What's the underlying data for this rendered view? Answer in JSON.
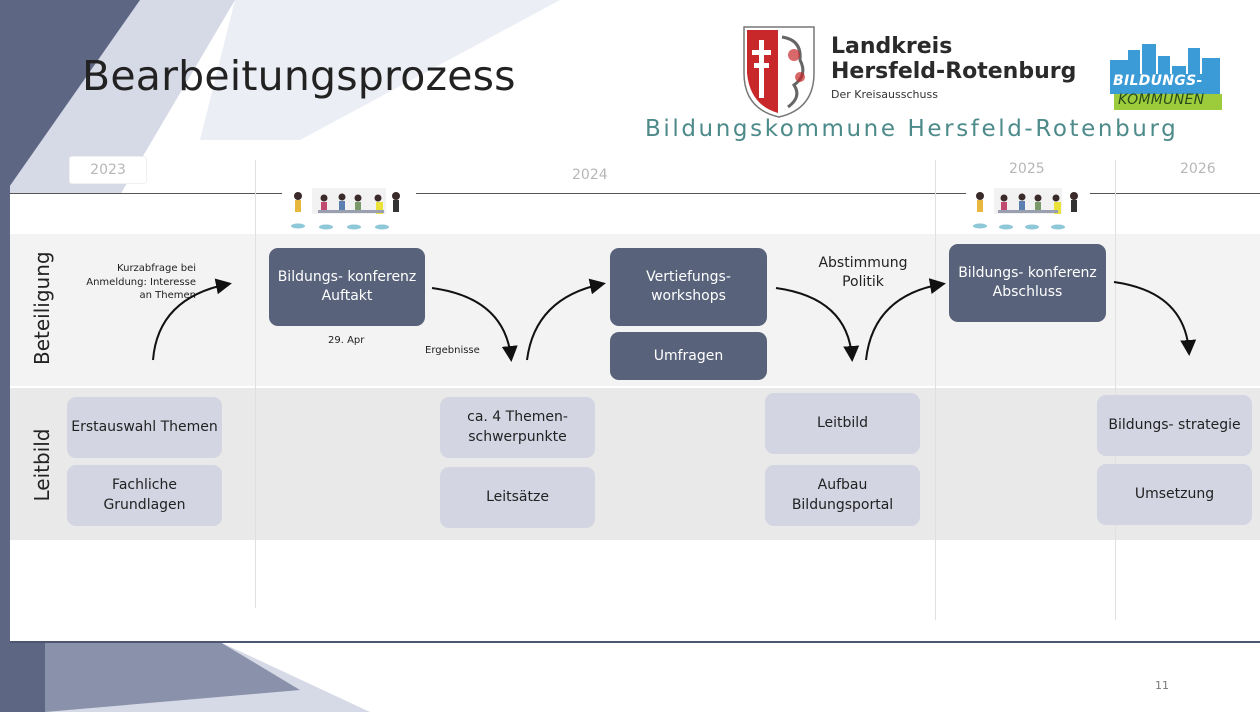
{
  "slide": {
    "title": "Bearbeitungsprozess",
    "page_number": "11"
  },
  "logo_landkreis": {
    "line1": "Landkreis",
    "line2": "Hersfeld-Rotenburg",
    "line3": "Der Kreisausschuss"
  },
  "logo_bildungskommunen": {
    "line1": "BILDUNGS-",
    "line2": "KOMMUNEN"
  },
  "subtitle": "Bildungskommune Hersfeld-Rotenburg",
  "years": [
    "2023",
    "2024",
    "2025",
    "2026"
  ],
  "row_labels": {
    "top": "Beteiligung",
    "bottom": "Leitbild"
  },
  "beteiligung": {
    "kurzabfrage": "Kurzabfrage bei Anmeldung: Interesse an Themen",
    "konferenz_auftakt": "Bildungs- konferenz Auftakt",
    "date_auftakt": "29. Apr",
    "ergebnisse": "Ergebnisse",
    "vertiefungsworkshops": "Vertiefungs- workshops",
    "umfragen": "Umfragen",
    "abstimmung": "Abstimmung Politik",
    "konferenz_abschluss": "Bildungs- konferenz Abschluss"
  },
  "leitbild": {
    "erstauswahl": "Erstauswahl Themen",
    "fachliche": "Fachliche Grundlagen",
    "themenschwerpunkte": "ca. 4 Themen- schwerpunkte",
    "leitsaetze": "Leitsätze",
    "leitbild": "Leitbild",
    "portal": "Aufbau Bildungsportal",
    "strategie": "Bildungs- strategie",
    "umsetzung": "Umsetzung"
  },
  "colors": {
    "dark_box": "#58627a",
    "light_box": "#d3d5e3",
    "accent_teal": "#4d8a8a",
    "deco_slate": "#5d6784",
    "logo_green": "#9ccb3b",
    "logo_blue": "#3b9bd6"
  },
  "icons": [
    "people-meeting-illustration",
    "coat-of-arms-icon",
    "city-skyline-icon",
    "curved-arrow-icon"
  ]
}
